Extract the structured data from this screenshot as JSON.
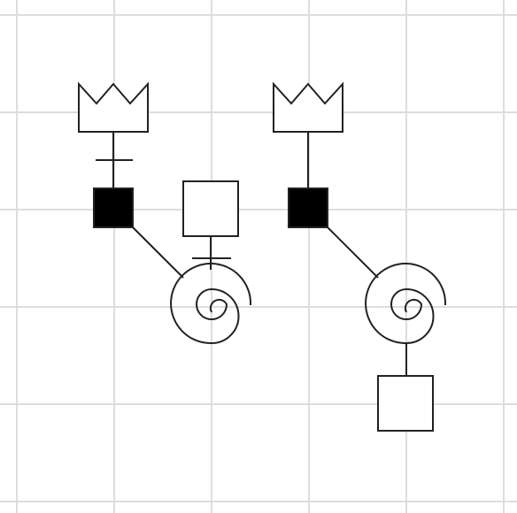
{
  "colors": {
    "background": "#ffffff",
    "grid": "#dddddd",
    "stroke": "#222222",
    "filled": "#000000"
  },
  "diagrams": [
    {
      "id": "left",
      "nodes": [
        "crown-icon",
        "filled-square-node",
        "open-square-node",
        "spiral-icon"
      ]
    },
    {
      "id": "right",
      "nodes": [
        "crown-icon",
        "filled-square-node",
        "spiral-icon",
        "open-square-node"
      ]
    }
  ]
}
